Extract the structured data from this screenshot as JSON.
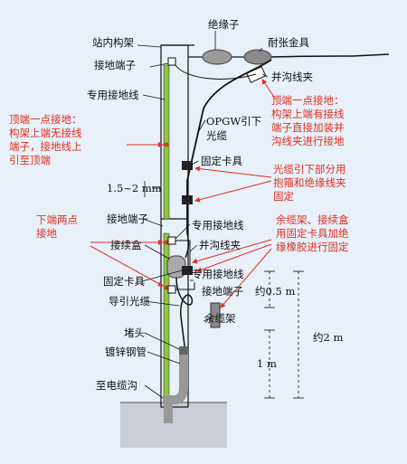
{
  "labels": {
    "insulator": "绝缘子",
    "station_frame": "站内构架",
    "tension_fitting": "耐张金具",
    "ground_terminal_top": "接地端子",
    "parallel_clamp_top": "并沟线夹",
    "dedicated_ground_wire_top": "专用接地线",
    "opgw_down": "OPGW引下\n光缆",
    "fixed_clamp_top": "固定卡具",
    "dim_1_5_2": "1.5~2 mm",
    "ground_terminal_mid": "接地端子",
    "dedicated_ground_wire_mid": "专用接地线",
    "splice_box": "接续盒",
    "parallel_clamp_mid": "并沟线夹",
    "fixed_clamp_low": "固定卡具",
    "dedicated_ground_wire_low": "专用接地线",
    "ground_terminal_low": "接地端子",
    "lead_cable": "导引光缆",
    "spare_rack": "余缆架",
    "plug": "堵头",
    "galvanized_pipe": "镀锌钢管",
    "to_cable_trench": "至电缆沟",
    "dim_0_5": "约0.5 m",
    "dim_2": "约2 m",
    "dim_1": "1 m"
  },
  "notes": {
    "top_single_ground_left": "顶端一点接地：\n构架上端无接线\n端子，接地线上\n引至顶端",
    "top_single_ground_right": "顶端一点接地：\n构架上端有接线\n端子直接加装并\n沟线夹进行接地",
    "cable_down_section": "光缆引下部分用\n抱箍和绝缘线夹\n固定",
    "bottom_two_point": "下端两点\n接地",
    "spare_rack_note": "余缆架、接续盒\n用固定卡具加绝\n缘橡胶进行固定"
  },
  "colors": {
    "note_red": "#e03020",
    "background": "#e8f0fa",
    "ground_wire_green": "#8cc63f",
    "insulator_gray": "#9a9a9a"
  }
}
